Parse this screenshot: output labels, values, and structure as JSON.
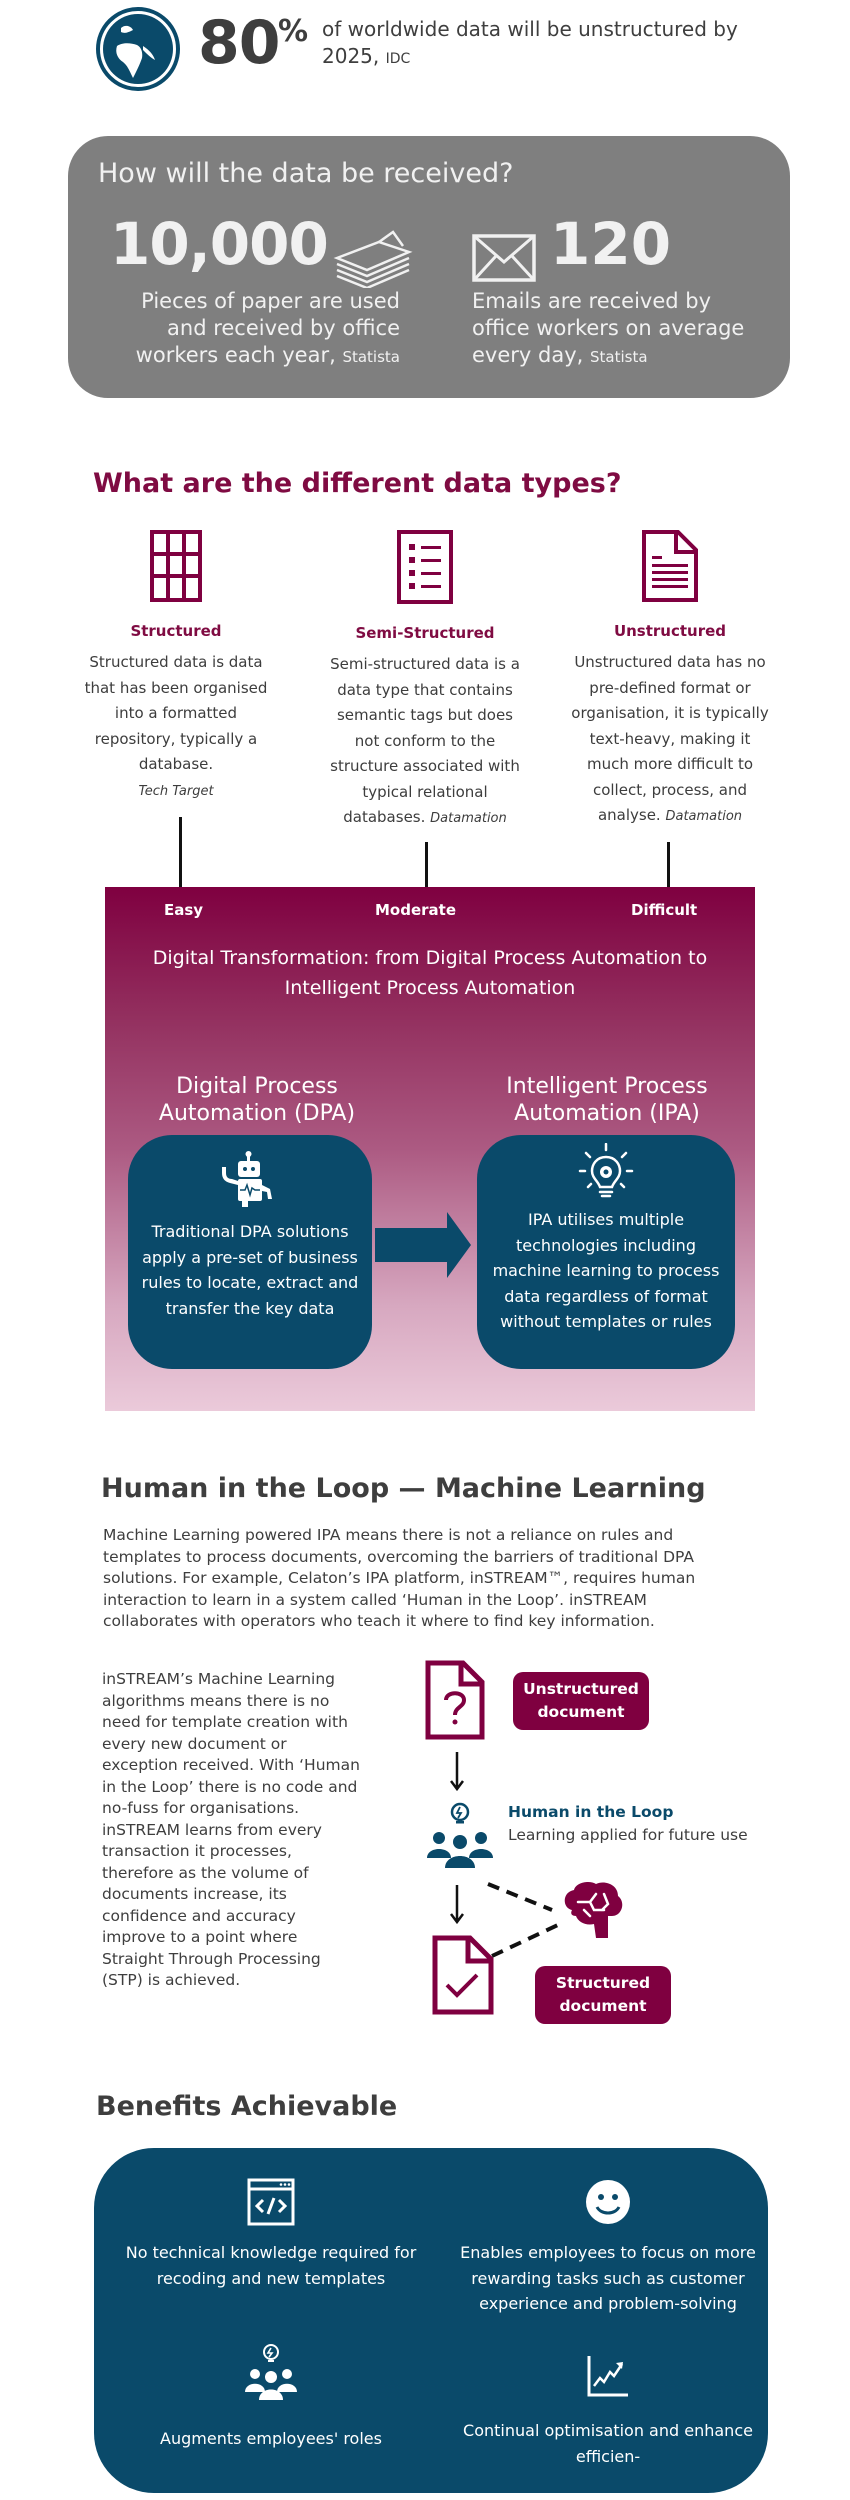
{
  "colors": {
    "maroon": "#7f0040",
    "teal": "#0a4a6a",
    "grey_card": "#7f7f7f",
    "text_dark": "#3e3e3e"
  },
  "top_stat": {
    "icon": "globe-icon",
    "value": "80",
    "unit": "%",
    "text": "of worldwide data will be unstructured by 2025,",
    "source": "IDC"
  },
  "received": {
    "title": "How will the data be received?",
    "paper": {
      "icon": "paper-stack-icon",
      "value": "10,000",
      "text": "Pieces of paper are used and received by office workers each year,",
      "source": "Statista"
    },
    "email": {
      "icon": "envelope-icon",
      "value": "120",
      "text": "Emails are received by office workers on average every day,",
      "source": "Statista"
    }
  },
  "data_types": {
    "title": "What are the different data types?",
    "items": [
      {
        "icon": "grid-table-icon",
        "label": "Structured",
        "text": "Structured data is data that has been organised into a formatted repository, typically a database.",
        "source": "Tech Target",
        "difficulty": "Easy"
      },
      {
        "icon": "list-document-icon",
        "label": "Semi-Structured",
        "text": "Semi-structured data is a data type that contains semantic tags but does not conform to the structure associated with typical relational databases.",
        "source": "Datamation",
        "difficulty": "Moderate"
      },
      {
        "icon": "text-document-icon",
        "label": "Unstructured",
        "text": "Unstructured data has no pre-defined format or organisation, it is typically text-heavy, making it much more difficult to collect, process, and analyse.",
        "source": "Datamation",
        "difficulty": "Difficult"
      }
    ]
  },
  "transformation": {
    "title": "Digital Transformation: from Digital Process Automation to Intelligent Process Automation",
    "dpa": {
      "title": "Digital Process Automation (DPA)",
      "icon": "robot-icon",
      "text": "Traditional DPA solutions apply a pre-set of business rules to locate, extract and transfer the key data"
    },
    "ipa": {
      "title": "Intelligent Process Automation (IPA)",
      "icon": "lightbulb-gear-icon",
      "text": "IPA utilises multiple technologies including machine learning to process data regardless of format without templates or rules"
    }
  },
  "hitl": {
    "title": "Human in the Loop — Machine Learning",
    "intro": "Machine Learning powered IPA means there is not a reliance on rules and templates to process documents, overcoming the barriers of traditional DPA solutions. For example, Celaton’s IPA platform, inSTREAM™,  requires human interaction to learn in a system called ‘Human in the Loop’. inSTREAM collaborates with operators who teach it where to find key information.",
    "body": "inSTREAM’s Machine Learning algorithms means there is no need for template creation with every new document or exception received. With ‘Human in the Loop’ there is no code and no-fuss for organisations. inSTREAM learns from every transaction it processes, therefore as the volume of documents increase, its confidence and accuracy improve to a point where Straight Through Processing (STP) is achieved.",
    "diagram": {
      "unstructured_label": "Unstructured document",
      "human_label": "Human in the Loop",
      "human_sub": "Learning applied for future use",
      "structured_label": "Structured document"
    }
  },
  "benefits": {
    "title": "Benefits Achievable",
    "items": [
      {
        "icon": "code-window-icon",
        "text": "No technical knowledge required for recoding and new templates"
      },
      {
        "icon": "smiley-icon",
        "text": "Enables employees to focus on more rewarding tasks such as customer experience and problem-solving"
      },
      {
        "icon": "team-idea-icon",
        "text": "Augments employees' roles"
      },
      {
        "icon": "growth-chart-icon",
        "text": "Continual optimisation and enhance efficien-"
      }
    ]
  }
}
